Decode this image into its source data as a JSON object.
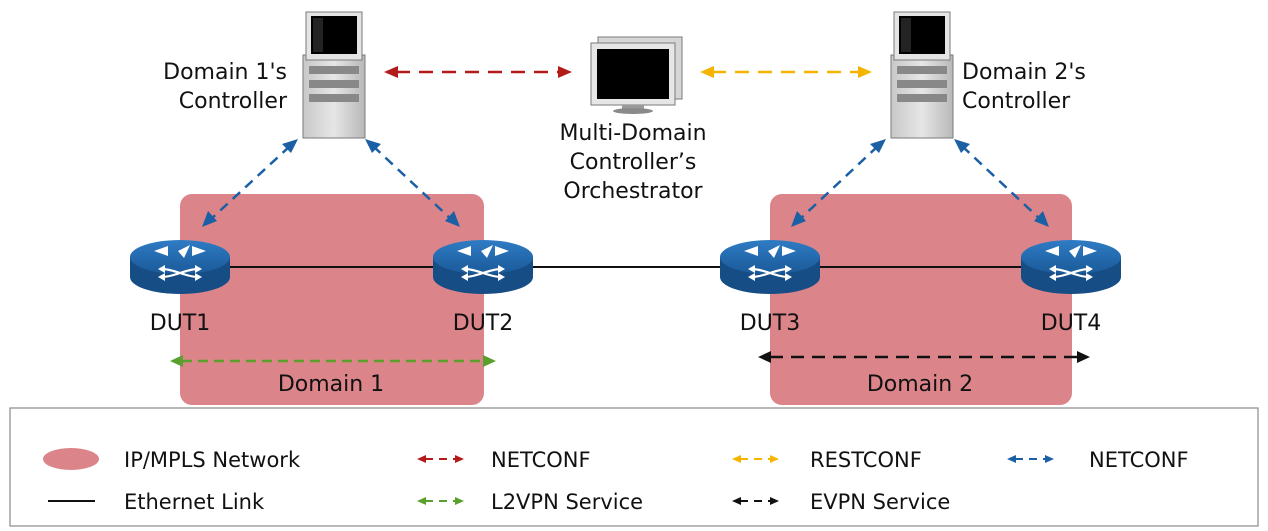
{
  "colors": {
    "domain_fill": "#db858a",
    "router_blue": "#1d5f9e",
    "netconf_red": "#b31b1b",
    "restconf_yellow": "#f4b400",
    "netconf_blue": "#1b5fa5",
    "l2vpn_green": "#5aa02c",
    "evpn_black": "#111111"
  },
  "controllers": {
    "domain1": {
      "line1": "Domain 1's",
      "line2": "Controller"
    },
    "domain2": {
      "line1": "Domain 2's",
      "line2": "Controller"
    },
    "orchestrator": {
      "line1": "Multi-Domain",
      "line2": "Controller’s",
      "line3": "Orchestrator"
    }
  },
  "domains": {
    "domain1": "Domain 1",
    "domain2": "Domain 2"
  },
  "devices": [
    "DUT1",
    "DUT2",
    "DUT3",
    "DUT4"
  ],
  "legend": {
    "ip_mpls": "IP/MPLS Network",
    "ethernet": "Ethernet Link",
    "netconf_red": "NETCONF",
    "l2vpn": "L2VPN Service",
    "restconf": "RESTCONF",
    "evpn": "EVPN Service",
    "netconf_blue": "NETCONF"
  }
}
